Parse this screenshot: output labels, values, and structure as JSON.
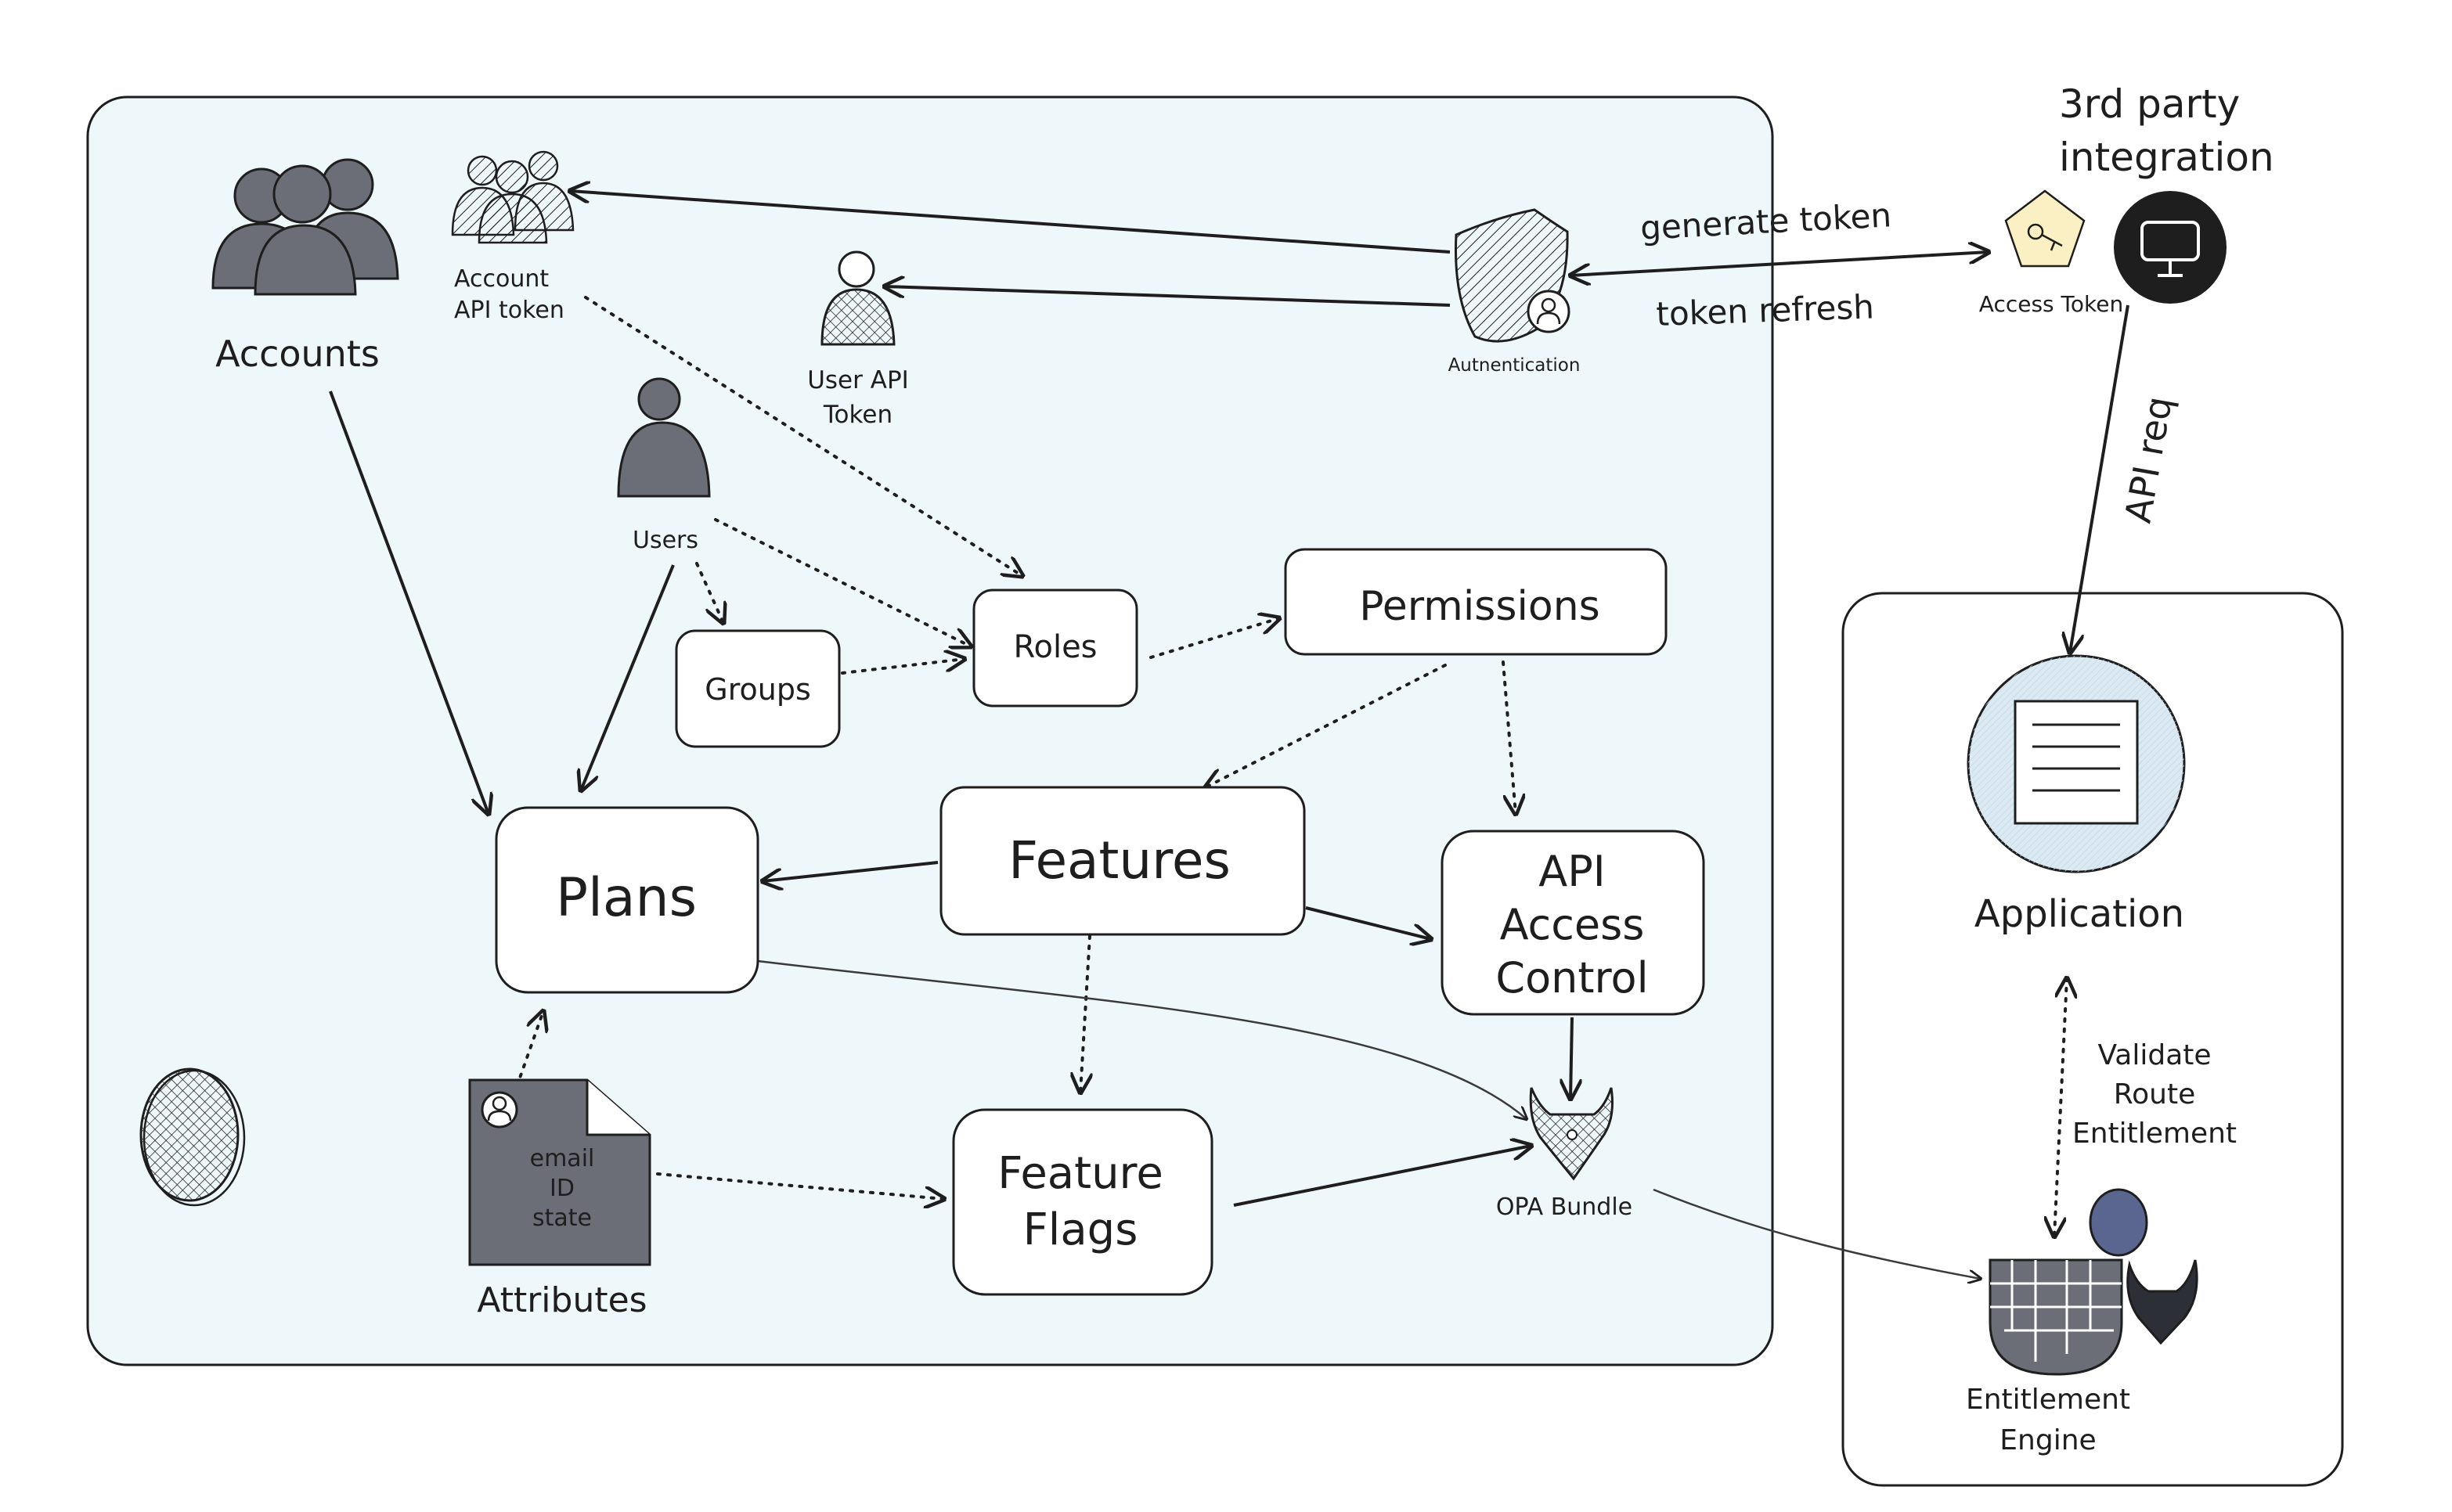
{
  "labels": {
    "accounts": "Accounts",
    "account_api_token_1": "Account",
    "account_api_token_2": "API token",
    "user_api_token_1": "User API",
    "user_api_token_2": "Token",
    "users": "Users",
    "authentication": "Autnentication",
    "third_party_1": "3rd party",
    "third_party_2": "integration",
    "generate_token": "generate token",
    "token_refresh": "token refresh",
    "access_token": "Access Token",
    "api_req": "API req",
    "groups": "Groups",
    "roles": "Roles",
    "permissions": "Permissions",
    "plans": "Plans",
    "features": "Features",
    "api_access_control_1": "API",
    "api_access_control_2": "Access",
    "api_access_control_3": "Control",
    "feature_flags_1": "Feature",
    "feature_flags_2": "Flags",
    "opa_bundle": "OPA Bundle",
    "attributes": "Attributes",
    "doc_line_1": "email",
    "doc_line_2": "ID",
    "doc_line_3": "state",
    "application": "Application",
    "validate_1": "Validate",
    "validate_2": "Route",
    "validate_3": "Entitlement",
    "entitlement_engine_1": "Entitlement",
    "entitlement_engine_2": "Engine"
  },
  "colors": {
    "stroke": "#1e1e1e",
    "main_area_fill": "#eef7f9",
    "icon_gray": "#6b6e77",
    "icon_dark": "#2c2f36",
    "app_circle_fill": "#dbe9f3",
    "access_token_fill": "#fbf0c4",
    "egg_fill": "#5a6690"
  },
  "icons": [
    "users-group-icon",
    "account-token-icon",
    "user-icon",
    "user-token-icon",
    "shield-icon",
    "key-icon",
    "monitor-icon",
    "document-icon",
    "opa-icon",
    "egg-icon",
    "entitlement-engine-icon"
  ]
}
